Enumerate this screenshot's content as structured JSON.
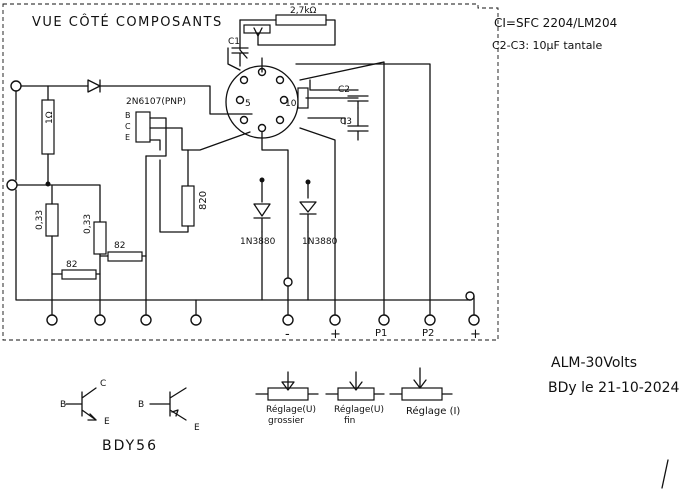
{
  "title": "VUE CÔTÉ COMPOSANTS",
  "notes": {
    "ci": "CI=SFC 2204/LM204",
    "caps": "C2-C3: 10µF tantale",
    "project": "ALM-30Volts",
    "author_date": "BDy le 21-10-2024"
  },
  "components": {
    "r_top": "2,7kΩ",
    "c1": "C1",
    "c2": "C2",
    "c3": "C3",
    "ic_pin5": "5",
    "ic_pin10": "10",
    "transistor": "2N6107(PNP)",
    "t_b": "B",
    "t_c": "C",
    "t_e": "E",
    "r_1ohm": "1Ω",
    "r_820": "820",
    "r_033a": "0,33",
    "r_033b": "0,33",
    "r_82a": "82",
    "r_82b": "82",
    "d1": "1N3880",
    "d2": "1N3880"
  },
  "terminals": [
    "-",
    "+",
    "P1",
    "P2",
    "+"
  ],
  "legend": {
    "bdy_name": "BDY56",
    "b1": "B",
    "c1": "C",
    "e1": "E",
    "b2": "B",
    "e2": "E",
    "pot1_a": "Réglage(U)",
    "pot1_b": "grossier",
    "pot2_a": "Réglage(U)",
    "pot2_b": "fin",
    "pot3": "Réglage (I)"
  }
}
